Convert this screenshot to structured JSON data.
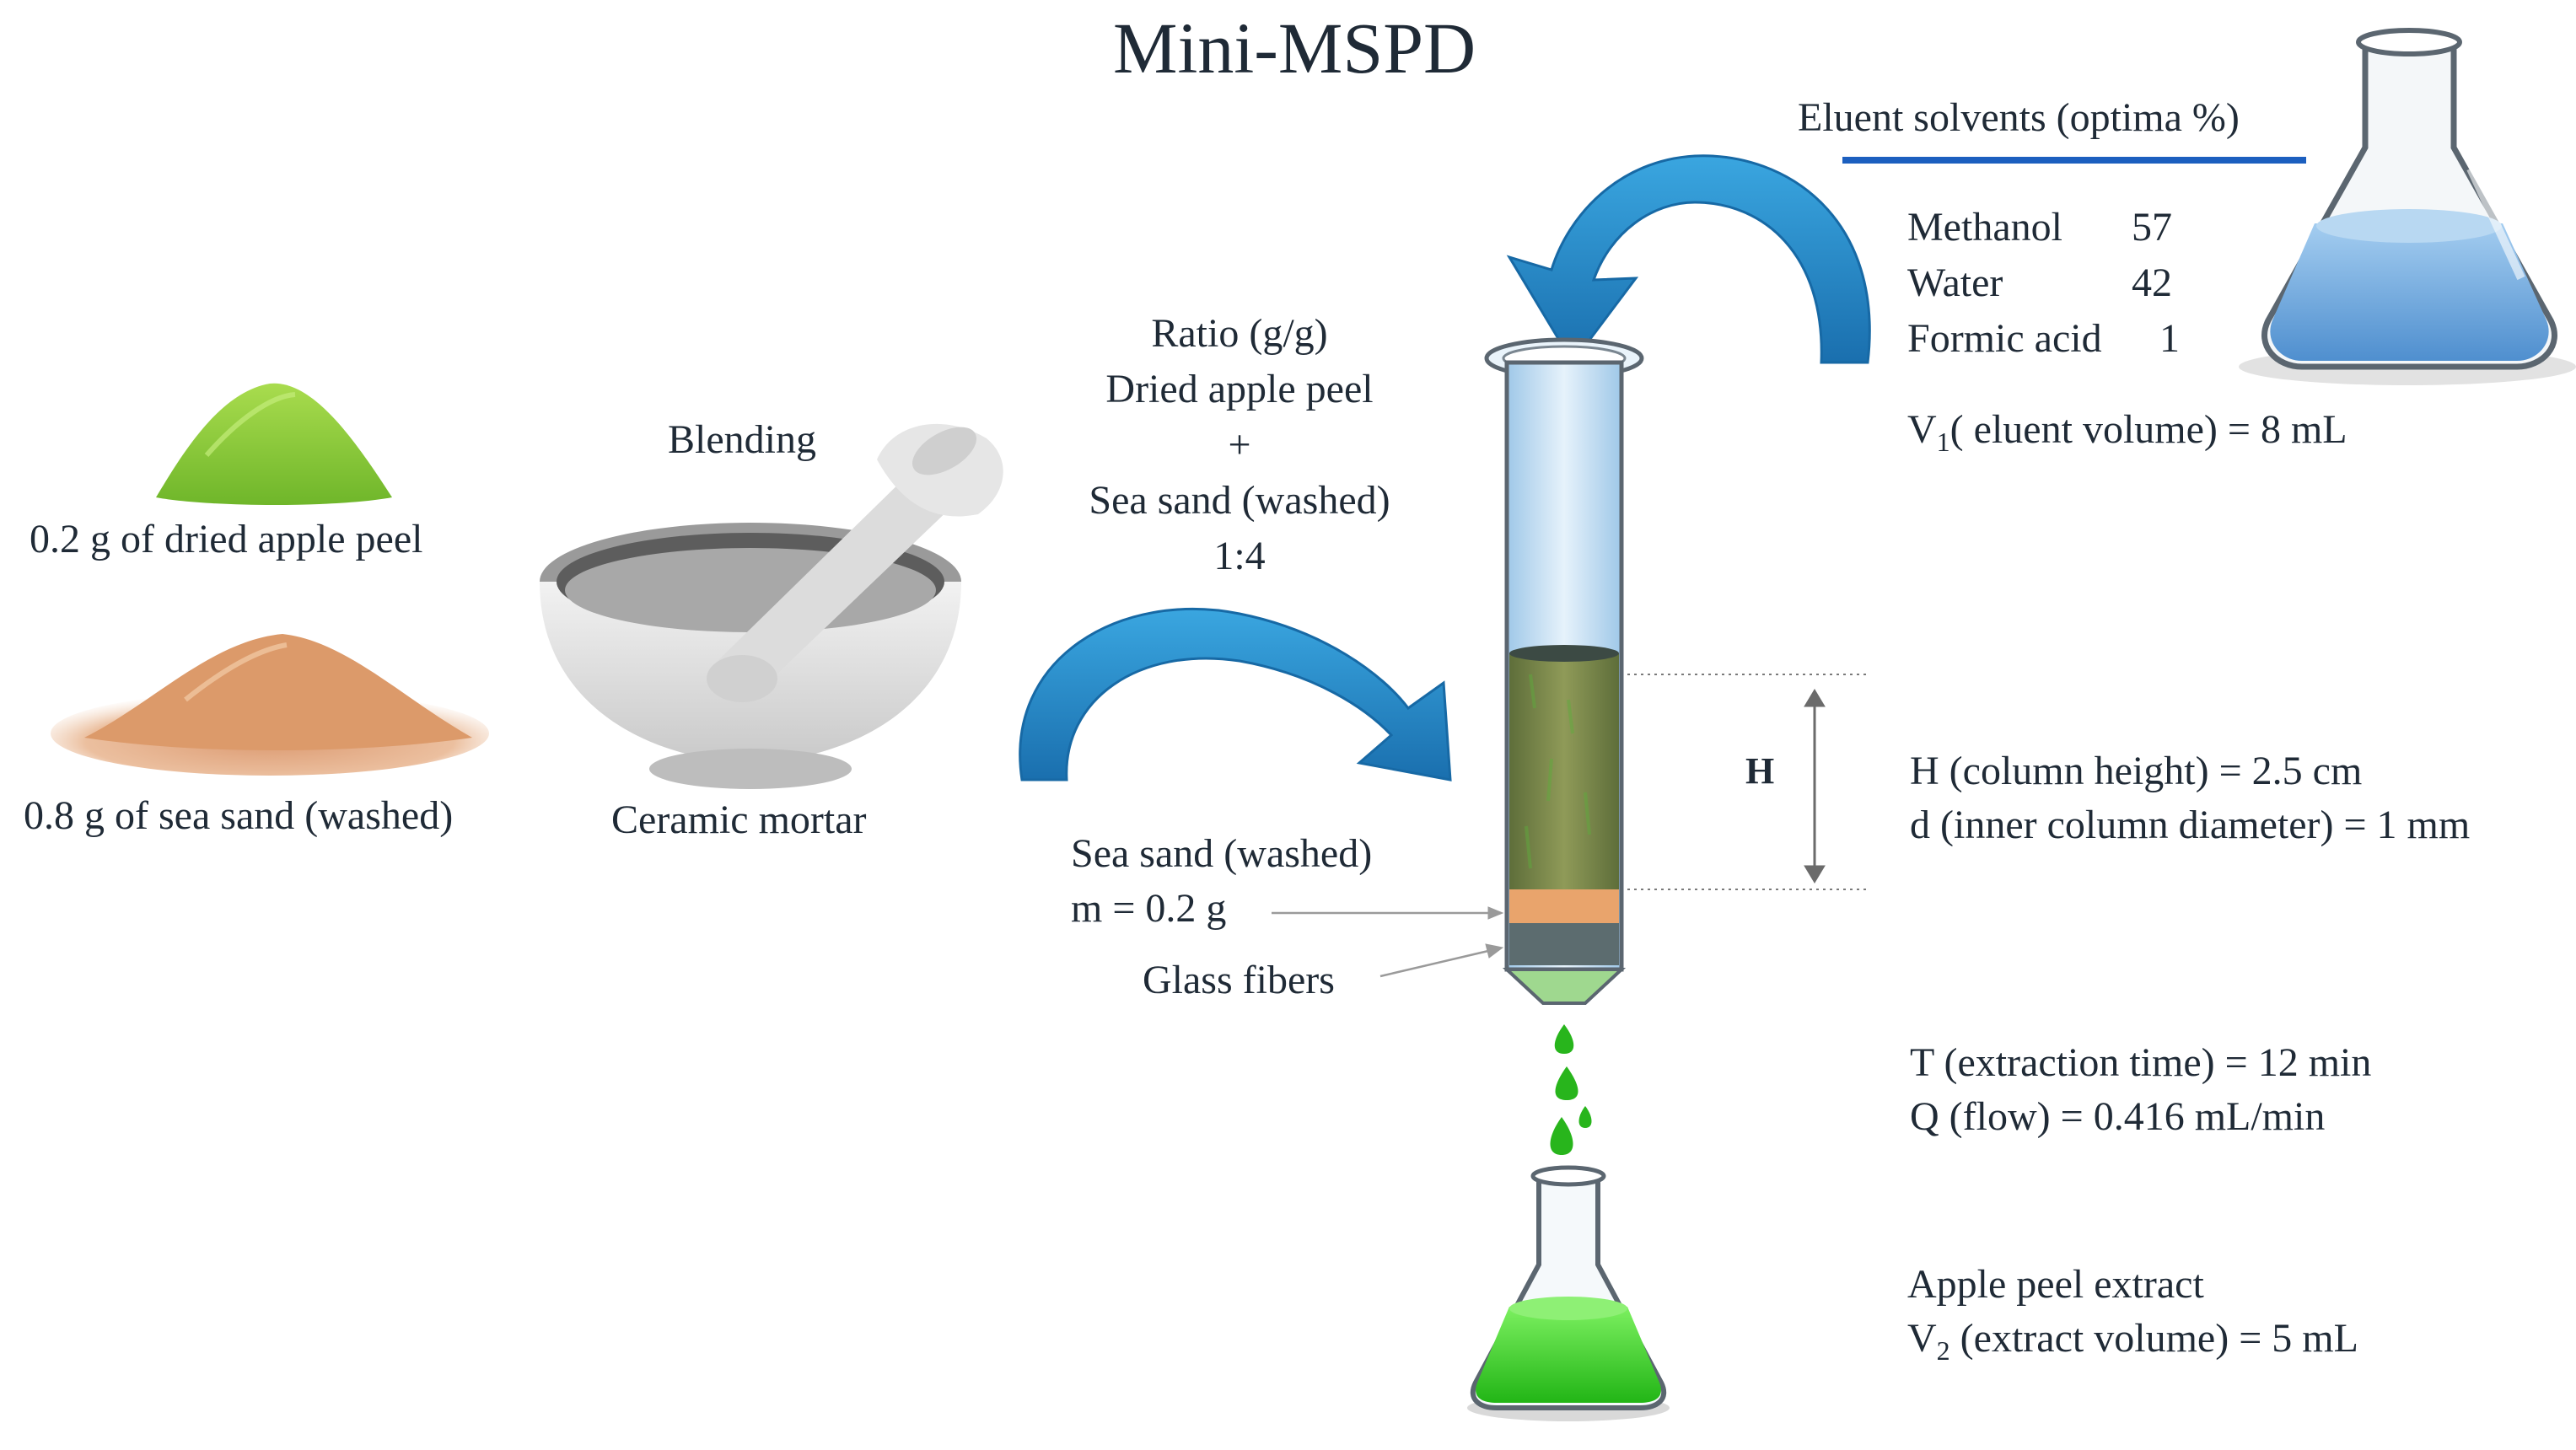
{
  "title": "Mini-MSPD",
  "inputs": {
    "apple_peel_label": "0.2 g of dried apple peel",
    "sea_sand_label": "0.8 g of sea sand (washed)"
  },
  "mortar": {
    "top_label": "Blending",
    "bottom_label": "Ceramic mortar"
  },
  "ratio": {
    "line1": "Ratio (g/g)",
    "line2": "Dried apple peel",
    "line3": "+",
    "line4": "Sea sand (washed)",
    "line5": "1:4"
  },
  "column_labels": {
    "sea_sand_line1": "Sea sand (washed)",
    "sea_sand_line2": "m = 0.2 g",
    "glass_fibers": "Glass fibers",
    "height_marker": "H"
  },
  "eluent": {
    "heading": "Eluent solvents (optima %)",
    "solvents": [
      {
        "name": "Methanol",
        "percent": "57"
      },
      {
        "name": "Water",
        "percent": "42"
      },
      {
        "name": "Formic acid",
        "percent": "1"
      }
    ],
    "volume_prefix": "V",
    "volume_sub": "1",
    "volume_rest": "( eluent volume) = 8 mL"
  },
  "column_params": {
    "height": "H (column height) = 2.5 cm",
    "diameter": "d (inner column diameter) = 1 mm"
  },
  "flow_params": {
    "time": "T (extraction time) = 12 min",
    "flow": "Q (flow) = 0.416 mL/min"
  },
  "extract": {
    "label": "Apple peel extract",
    "volume_prefix": "V",
    "volume_sub": "2",
    "volume_rest": " (extract volume) = 5 mL"
  },
  "colors": {
    "arrow": "#1f86c8",
    "underline": "#1c5fbf",
    "green_liquid": "#3fd22a",
    "blue_liquid": "#6aa8e0",
    "sand": "#d9a57a",
    "apple_powder": "#8ccf3c"
  }
}
